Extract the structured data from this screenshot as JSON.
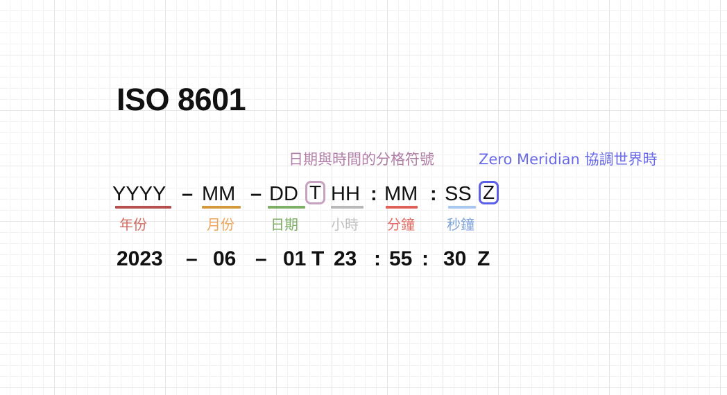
{
  "title": "ISO 8601",
  "annotations": {
    "separator": "日期與時間的分格符號",
    "zero_meridian": "Zero Meridian 協調世界時"
  },
  "format": {
    "year": "YYYY",
    "dash1": "–",
    "month": "MM",
    "dash2": "–",
    "day": "DD",
    "t": "T",
    "hour": "HH",
    "colon1": ":",
    "minute": "MM",
    "colon2": ":",
    "second": "SS",
    "z": "Z"
  },
  "labels": {
    "year": "年份",
    "month": "月份",
    "day": "日期",
    "hour": "小時",
    "minute": "分鐘",
    "second": "秒鐘"
  },
  "example": {
    "year": "2023",
    "dash1": "–",
    "month": "06",
    "dash2": "–",
    "day": "01",
    "t": "T",
    "hour": "23",
    "colon1": ":",
    "minute": "55",
    "colon2": ":",
    "second": "30",
    "z": "Z"
  },
  "colors": {
    "year": "#b5504f",
    "month": "#d39a3c",
    "day": "#7fb067",
    "t_box": "#c7a2c0",
    "hour": "#b8b8b8",
    "minute": "#e0605a",
    "second": "#a9c8ef",
    "z_box": "#5b5ee6",
    "annot_separator": "#b07ea6",
    "annot_zero": "#6a6ae8",
    "label_year": "#cf6c62",
    "label_month": "#efa55c",
    "label_day": "#7bae63",
    "label_hour": "#c2c2c2",
    "label_minute": "#df6d64",
    "label_second": "#7fa3d8"
  }
}
